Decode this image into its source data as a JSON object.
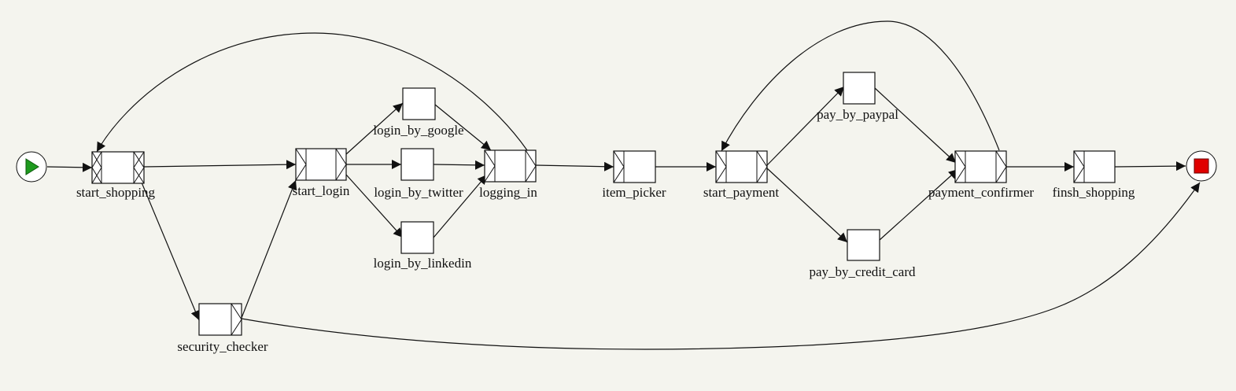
{
  "diagram": {
    "background": "#f4f4ee",
    "colors": {
      "start_icon": "#1e9a1e",
      "end_icon": "#e00000",
      "stroke": "#111111",
      "node_fill": "#ffffff"
    },
    "nodes": [
      {
        "id": "start",
        "kind": "start-event",
        "icon": "play-icon",
        "label": ""
      },
      {
        "id": "start_shopping",
        "kind": "and-split-join",
        "label": "start_shopping"
      },
      {
        "id": "start_login",
        "kind": "xor-split-join",
        "label": "start_login"
      },
      {
        "id": "login_by_google",
        "kind": "task",
        "label": "login_by_google"
      },
      {
        "id": "login_by_twitter",
        "kind": "task",
        "label": "login_by_twitter"
      },
      {
        "id": "login_by_linkedin",
        "kind": "task",
        "label": "login_by_linkedin"
      },
      {
        "id": "logging_in",
        "kind": "xor-split-join",
        "label": "logging_in"
      },
      {
        "id": "item_picker",
        "kind": "join",
        "label": "item_picker"
      },
      {
        "id": "start_payment",
        "kind": "xor-split-join",
        "label": "start_payment"
      },
      {
        "id": "pay_by_paypal",
        "kind": "task",
        "label": "pay_by_paypal"
      },
      {
        "id": "pay_by_credit_card",
        "kind": "task",
        "label": "pay_by_credit_card"
      },
      {
        "id": "payment_confirmer",
        "kind": "xor-split-join",
        "label": "payment_confirmer"
      },
      {
        "id": "finsh_shopping",
        "kind": "join",
        "label": "finsh_shopping"
      },
      {
        "id": "security_checker",
        "kind": "split",
        "label": "security_checker"
      },
      {
        "id": "end",
        "kind": "end-event",
        "icon": "stop-icon",
        "label": ""
      }
    ],
    "edges": [
      {
        "from": "start",
        "to": "start_shopping"
      },
      {
        "from": "start_shopping",
        "to": "start_login"
      },
      {
        "from": "start_shopping",
        "to": "security_checker"
      },
      {
        "from": "security_checker",
        "to": "start_login"
      },
      {
        "from": "security_checker",
        "to": "end"
      },
      {
        "from": "start_login",
        "to": "login_by_google"
      },
      {
        "from": "start_login",
        "to": "login_by_twitter"
      },
      {
        "from": "start_login",
        "to": "login_by_linkedin"
      },
      {
        "from": "login_by_google",
        "to": "logging_in"
      },
      {
        "from": "login_by_twitter",
        "to": "logging_in"
      },
      {
        "from": "login_by_linkedin",
        "to": "logging_in"
      },
      {
        "from": "logging_in",
        "to": "start_shopping"
      },
      {
        "from": "logging_in",
        "to": "item_picker"
      },
      {
        "from": "item_picker",
        "to": "start_payment"
      },
      {
        "from": "start_payment",
        "to": "pay_by_paypal"
      },
      {
        "from": "start_payment",
        "to": "pay_by_credit_card"
      },
      {
        "from": "pay_by_paypal",
        "to": "payment_confirmer"
      },
      {
        "from": "pay_by_credit_card",
        "to": "payment_confirmer"
      },
      {
        "from": "payment_confirmer",
        "to": "start_payment"
      },
      {
        "from": "payment_confirmer",
        "to": "finsh_shopping"
      },
      {
        "from": "finsh_shopping",
        "to": "end"
      }
    ]
  }
}
